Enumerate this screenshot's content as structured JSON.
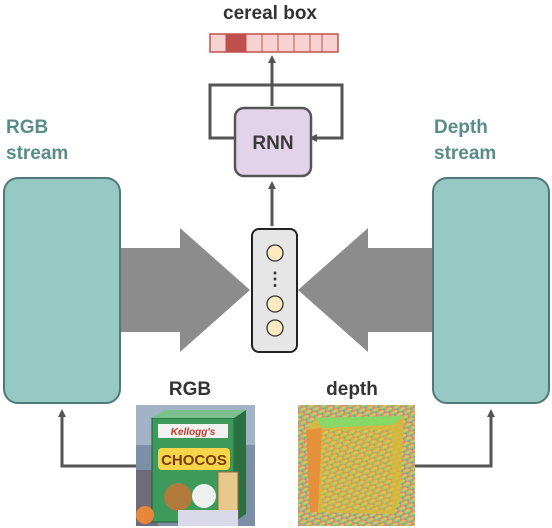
{
  "output_label": "cereal box",
  "output_vector": {
    "cells": 8,
    "active_index": 1,
    "active_color": "#c0504d",
    "cell_color": "#f6d3d1",
    "border_color": "#c0504d"
  },
  "rnn": {
    "label": "RNN",
    "fill": "#e3d3ea",
    "stroke": "#555555"
  },
  "rgb_stream": {
    "line1": "RGB",
    "line2": "stream"
  },
  "depth_stream": {
    "line1": "Depth",
    "line2": "stream"
  },
  "stream_colors": {
    "fill": "#96c8c4",
    "stroke": "#4f7a78",
    "label": "#5a8d88"
  },
  "feature_vector": {
    "dots": "⋮"
  },
  "rgb_image": {
    "label": "RGB",
    "text_big": "CHOCOS",
    "text_small": "Kellogg's"
  },
  "depth_image": {
    "label": "depth"
  },
  "arrow_color": "#8c8c8c",
  "line_color": "#555555"
}
